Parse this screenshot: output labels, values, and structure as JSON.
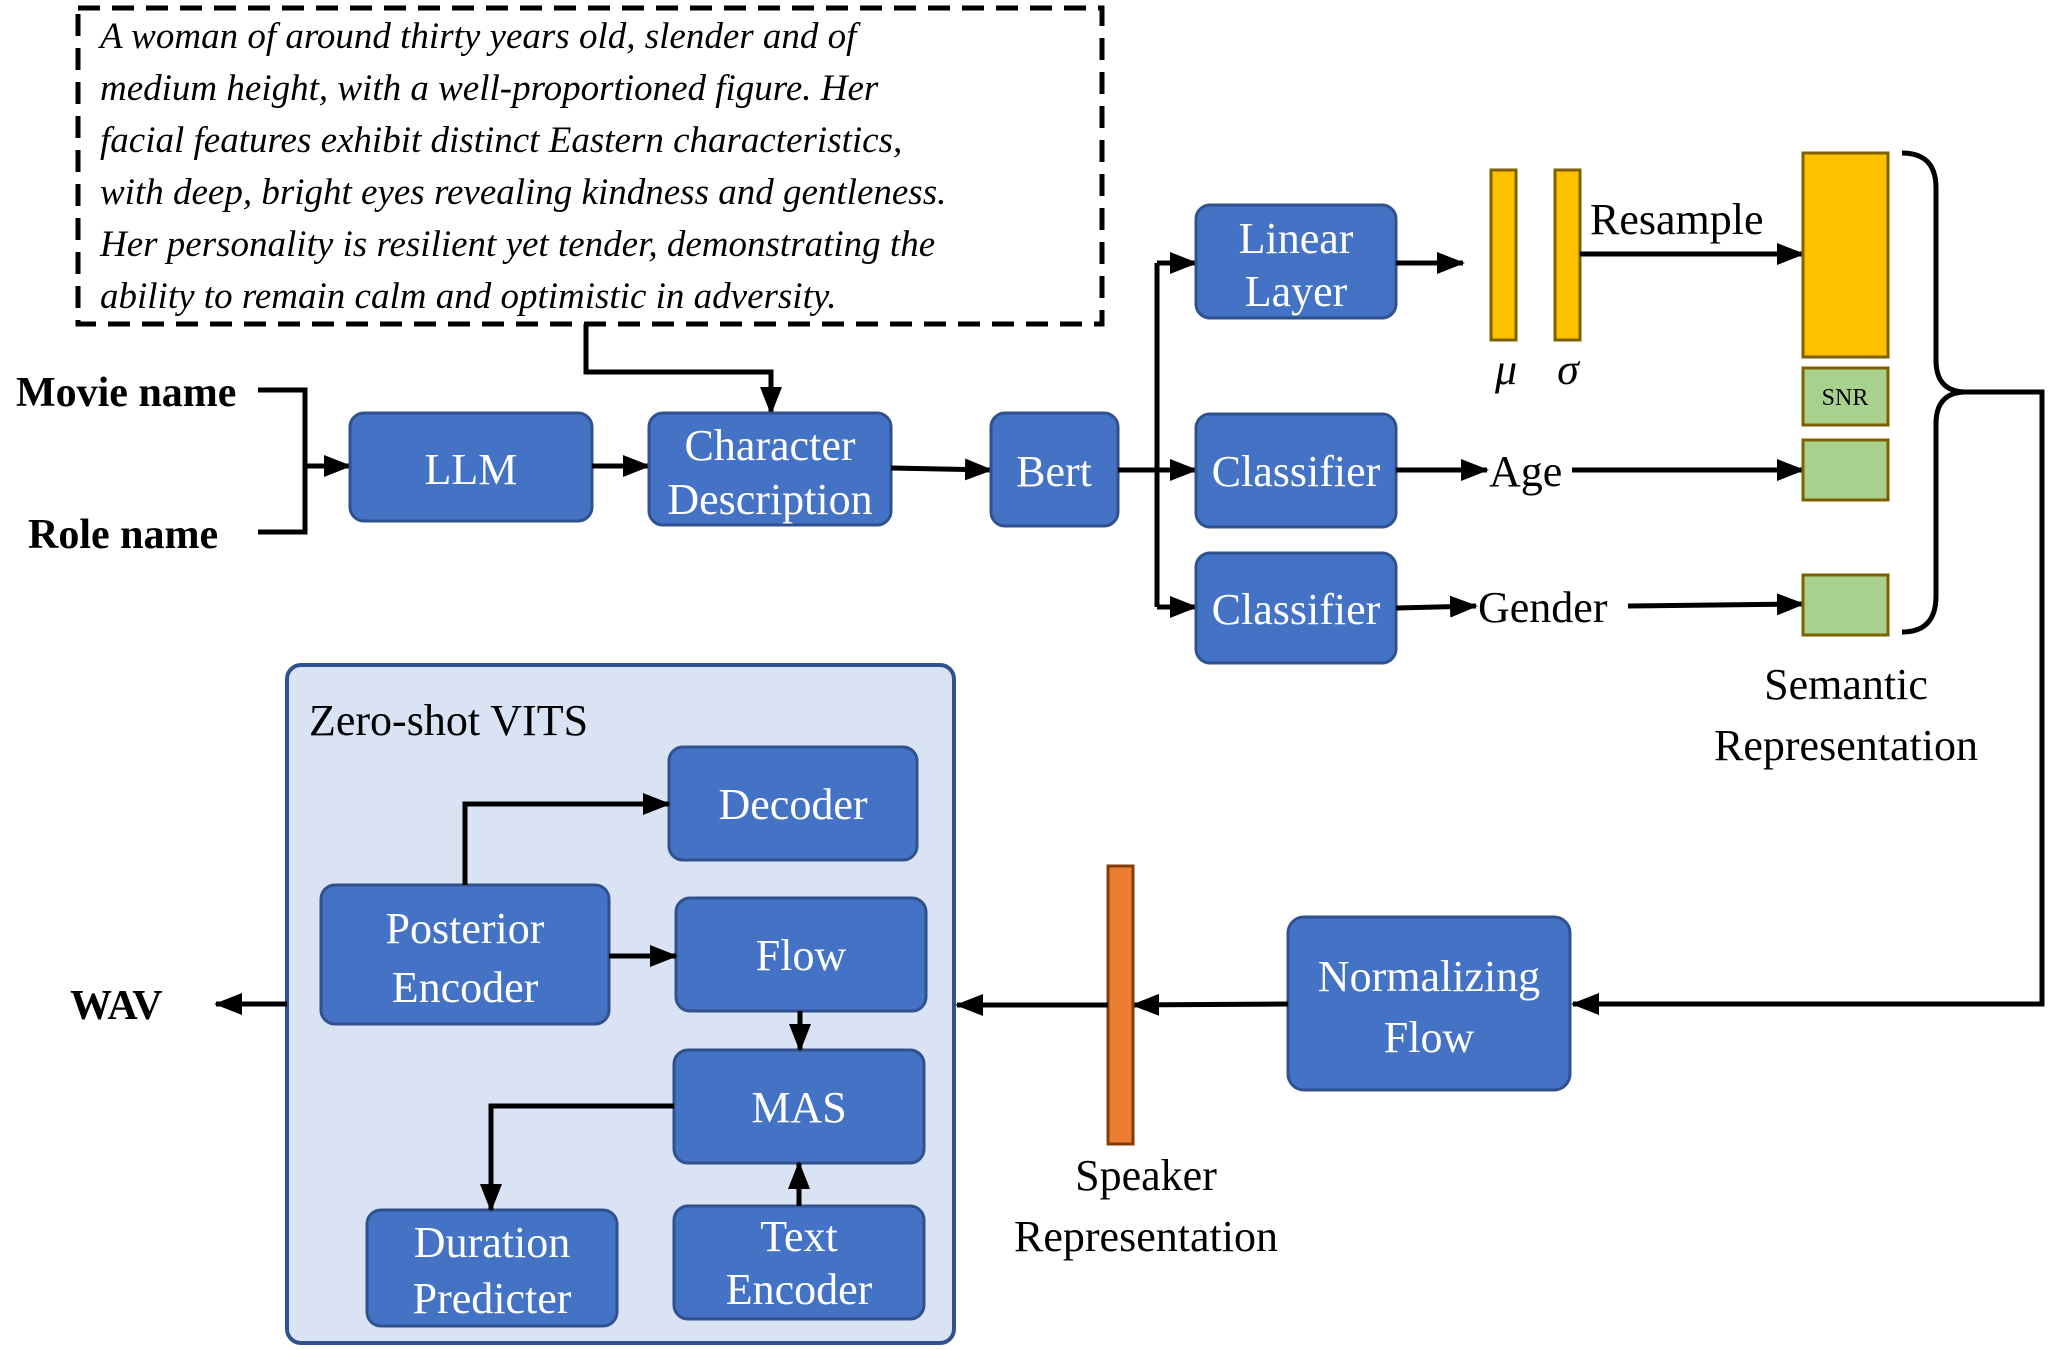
{
  "description": {
    "lines": [
      "A woman of around thirty years old, slender and of",
      "medium height, with a well-proportioned figure. Her",
      "facial features exhibit distinct Eastern characteristics,",
      "with deep, bright eyes revealing kindness and gentleness.",
      "Her personality is resilient yet tender, demonstrating the",
      "ability to remain calm and optimistic in adversity."
    ]
  },
  "inputs": {
    "movie_name": "Movie name",
    "role_name": "Role name"
  },
  "blocks": {
    "llm": "LLM",
    "character_description": [
      "Character",
      "Description"
    ],
    "bert": "Bert",
    "linear_layer": [
      "Linear",
      "Layer"
    ],
    "classifier_age": "Classifier",
    "classifier_gender": "Classifier",
    "normalizing_flow": [
      "Normalizing",
      "Flow"
    ]
  },
  "labels": {
    "mu": "μ",
    "sigma": "σ",
    "resample": "Resample",
    "age": "Age",
    "gender": "Gender",
    "snr": "SNR",
    "semantic_representation": [
      "Semantic",
      "Representation"
    ],
    "speaker_representation": [
      "Speaker",
      "Representation"
    ],
    "wav": "WAV"
  },
  "vits": {
    "title": "Zero-shot VITS",
    "decoder": "Decoder",
    "posterior_encoder": [
      "Posterior",
      "Encoder"
    ],
    "flow": "Flow",
    "mas": "MAS",
    "duration_predicter": [
      "Duration",
      "Predicter"
    ],
    "text_encoder": [
      "Text",
      "Encoder"
    ]
  },
  "colors": {
    "block_fill": "#4472C4",
    "block_border": "#2F528F",
    "gaussian_bar": "#FFC000",
    "category_bar": "#A9D18E",
    "speaker_bar": "#ED7D31",
    "vits_panel": "#DAE3F3"
  }
}
